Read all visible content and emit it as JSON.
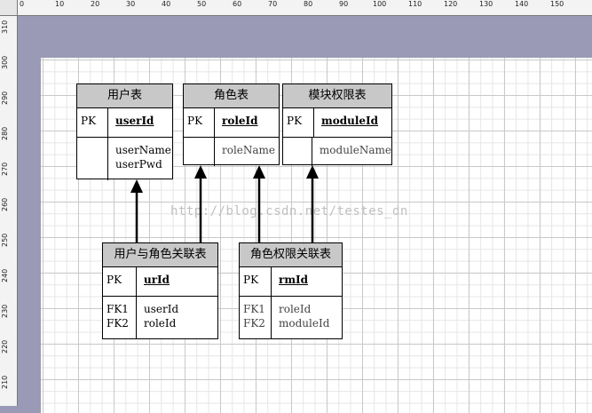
{
  "ruler": {
    "top": [
      "0",
      "10",
      "20",
      "30",
      "40",
      "50",
      "60",
      "70",
      "80",
      "90",
      "100",
      "110",
      "120",
      "130",
      "140",
      "150"
    ],
    "left": [
      "310",
      "300",
      "290",
      "280",
      "270",
      "260",
      "250",
      "240",
      "230",
      "220",
      "210"
    ]
  },
  "watermark": "http://blog.csdn.net/testes_dn",
  "entities": {
    "user": {
      "title": "用户表",
      "pk_key": "PK",
      "pk_field": "userId",
      "fields": [
        "userName",
        "userPwd"
      ]
    },
    "role": {
      "title": "角色表",
      "pk_key": "PK",
      "pk_field": "roleId",
      "fields": [
        "roleName"
      ]
    },
    "module": {
      "title": "模块权限表",
      "pk_key": "PK",
      "pk_field": "moduleId",
      "fields": [
        "moduleName"
      ]
    },
    "user_role": {
      "title": "用户与角色关联表",
      "pk_key": "PK",
      "pk_field": "urId",
      "fk_keys": [
        "FK1",
        "FK2"
      ],
      "fields": [
        "userId",
        "roleId"
      ]
    },
    "role_module": {
      "title": "角色权限关联表",
      "pk_key": "PK",
      "pk_field": "rmId",
      "fk_keys": [
        "FK1",
        "FK2"
      ],
      "fields": [
        "roleId",
        "moduleId"
      ]
    }
  },
  "colors": {
    "canvas_bg": "#9a9ab6",
    "header_fill": "#c8c8c8",
    "line": "#000000"
  }
}
